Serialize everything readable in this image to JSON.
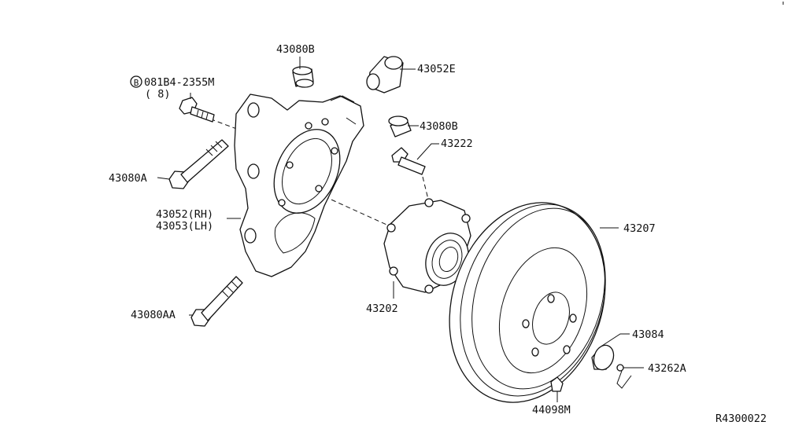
{
  "diagram_id": "R4300022",
  "labels": {
    "bolt_spec": "081B4-2355M",
    "bolt_spec_badge": "B",
    "bolt_qty": "( 8)",
    "bushing_top": "43080B",
    "bushing_mid": "43080B",
    "insulator": "43052E",
    "hub_bolt": "43222",
    "bolt_upper": "43080A",
    "knuckle_rh": "43052(RH)",
    "knuckle_lh": "43053(LH)",
    "bolt_lower": "43080AA",
    "hub_bearing": "43202",
    "rotor": "43207",
    "cap": "43084",
    "cotter_pin": "43262A",
    "nut": "44098M"
  }
}
